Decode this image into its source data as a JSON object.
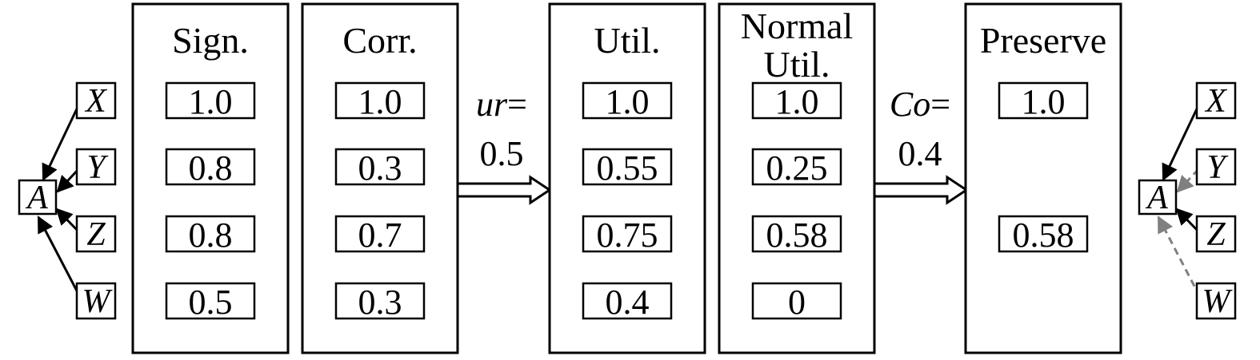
{
  "colors": {
    "stroke": "#000000",
    "background": "#ffffff",
    "dashed_edge": "#808080"
  },
  "panels": [
    {
      "id": "sign",
      "title_lines": [
        "Sign."
      ],
      "values": [
        "1.0",
        "0.8",
        "0.8",
        "0.5"
      ]
    },
    {
      "id": "corr",
      "title_lines": [
        "Corr."
      ],
      "values": [
        "1.0",
        "0.3",
        "0.7",
        "0.3"
      ]
    },
    {
      "id": "util",
      "title_lines": [
        "Util."
      ],
      "values": [
        "1.0",
        "0.55",
        "0.75",
        "0.4"
      ]
    },
    {
      "id": "normal-util",
      "title_lines": [
        "Normal",
        "Util."
      ],
      "values": [
        "1.0",
        "0.25",
        "0.58",
        "0"
      ]
    },
    {
      "id": "preserve",
      "title_lines": [
        "Preserve"
      ],
      "values": [
        "1.0",
        "",
        "0.58",
        ""
      ]
    }
  ],
  "transitions": [
    {
      "id": "ur",
      "var": "ur",
      "op": "=",
      "value": "0.5"
    },
    {
      "id": "co",
      "var": "Co",
      "op": "=",
      "value": "0.4"
    }
  ],
  "graphs": {
    "left": {
      "target": "A",
      "sources": [
        "X",
        "Y",
        "Z",
        "W"
      ],
      "edge_styles": [
        "solid",
        "solid",
        "solid",
        "solid"
      ]
    },
    "right": {
      "target": "A",
      "sources": [
        "X",
        "Y",
        "Z",
        "W"
      ],
      "edge_styles": [
        "solid",
        "dashed",
        "solid",
        "dashed"
      ]
    }
  }
}
